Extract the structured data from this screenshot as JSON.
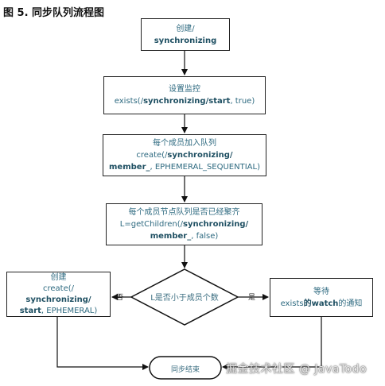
{
  "figure": {
    "title": "图 5. 同步队列流程图"
  },
  "nodes": {
    "n1": {
      "line1": "创建/",
      "line2": "synchronizing"
    },
    "n2": {
      "line1": "设置监控",
      "line2_pre": "exists(/",
      "line2_bold": "synchronizing/start",
      "line2_post": ", true)"
    },
    "n3": {
      "line1": "每个成员加入队列",
      "line2_pre": "create(/",
      "line2_bold": "synchronizing/",
      "line3_bold": "member_",
      "line3_post": ", EPHEMERAL_SEQUENTIAL)"
    },
    "n4": {
      "line1": "每个成员节点队列是否已经聚齐",
      "line2_pre": "L=getChildren(/",
      "line2_bold": "synchronizing/",
      "line3_bold": "member_",
      "line3_post": ", false)"
    },
    "decision": {
      "text": "L是否小于成员个数"
    },
    "left": {
      "line1": "创建",
      "line2": "create(/",
      "line3": "synchronizing/",
      "line4_bold": "start",
      "line4_post": ", EPHEMERAL)"
    },
    "right": {
      "line1": "等待",
      "line2_pre": "exists",
      "line2_bold": "的watch",
      "line2_post": "的通知"
    },
    "end": {
      "text": "同步结束"
    }
  },
  "edges": {
    "no": "否",
    "yes": "是"
  },
  "watermark": "掘金技术社区 @ JavaTodo",
  "colors": {
    "text": "#2e6a80",
    "border": "#222222"
  }
}
